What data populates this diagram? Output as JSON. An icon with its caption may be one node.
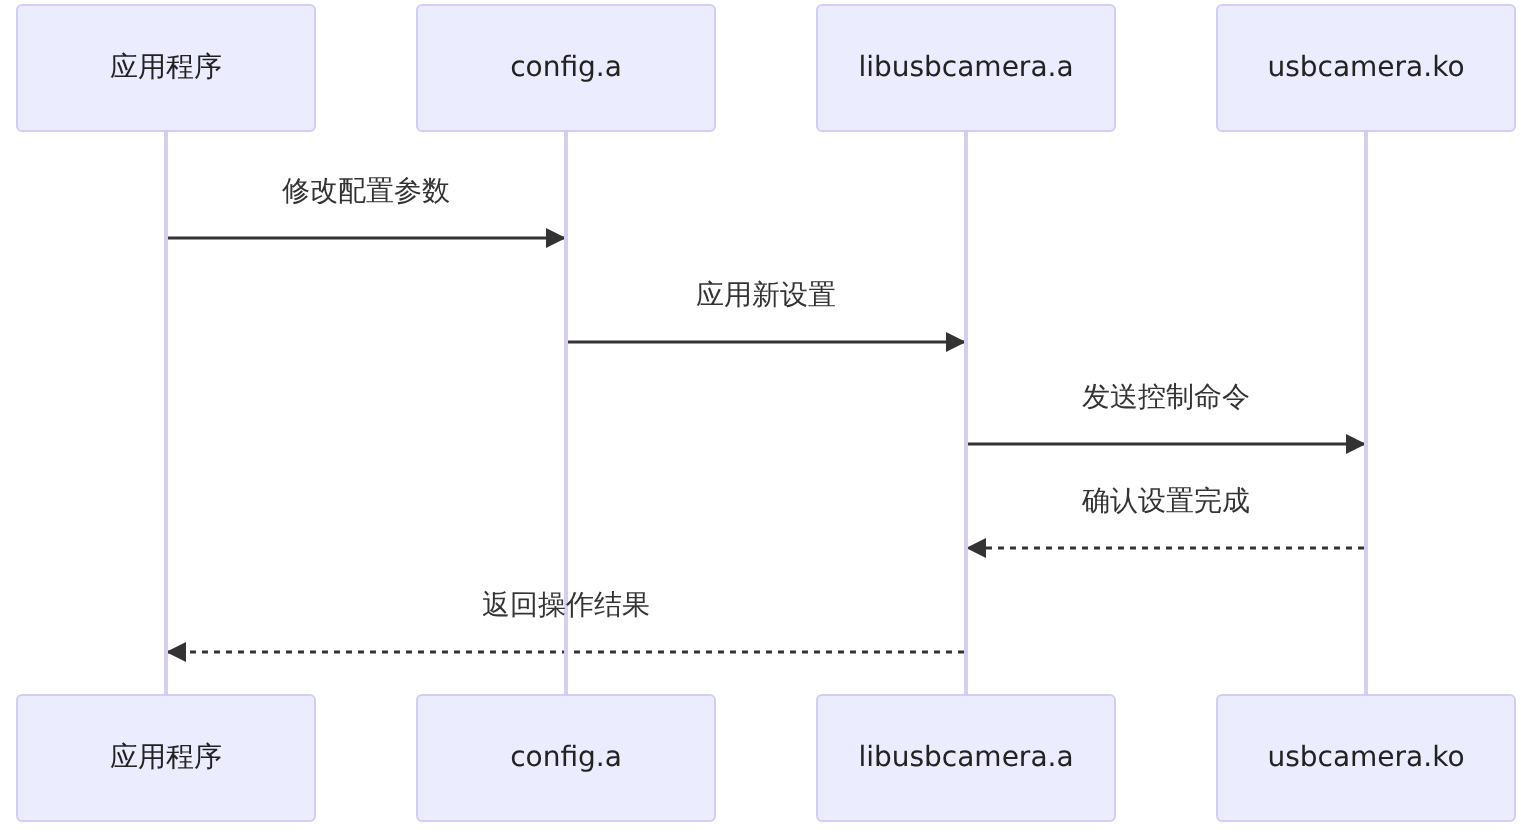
{
  "diagram": {
    "nodes": [
      {
        "text": [
          "应用程序"
        ]
      },
      {
        "text": [
          "config.a"
        ]
      },
      {
        "text": [
          "libusbcamera.a"
        ]
      },
      {
        "text": [
          "usbcamera.ko"
        ]
      },
      {
        "text": [],
        "shape": "bar"
      },
      {
        "text": [],
        "shape": "bar"
      },
      {
        "text": [],
        "shape": "bar"
      },
      {
        "text": [],
        "shape": "bar"
      },
      {
        "text": [
          "应用程序"
        ]
      },
      {
        "text": [
          "config.a"
        ]
      },
      {
        "text": [
          "libusbcamera.a"
        ]
      },
      {
        "text": [
          "usbcamera.ko"
        ]
      }
    ],
    "edges": [
      {
        "from": 4,
        "to": 5,
        "arrow": "to",
        "label": "修改配置参数"
      },
      {
        "from": 5,
        "to": 6,
        "arrow": "to",
        "label": "应用新设置"
      },
      {
        "from": 6,
        "to": 7,
        "arrow": "to",
        "label": "发送控制命令"
      },
      {
        "from": 7,
        "to": 6,
        "arrow": "to",
        "label": "确认设置完成",
        "style": "dashed"
      },
      {
        "from": 6,
        "to": 4,
        "arrow": "to",
        "label": "返回操作结果",
        "style": "dashed"
      }
    ]
  }
}
